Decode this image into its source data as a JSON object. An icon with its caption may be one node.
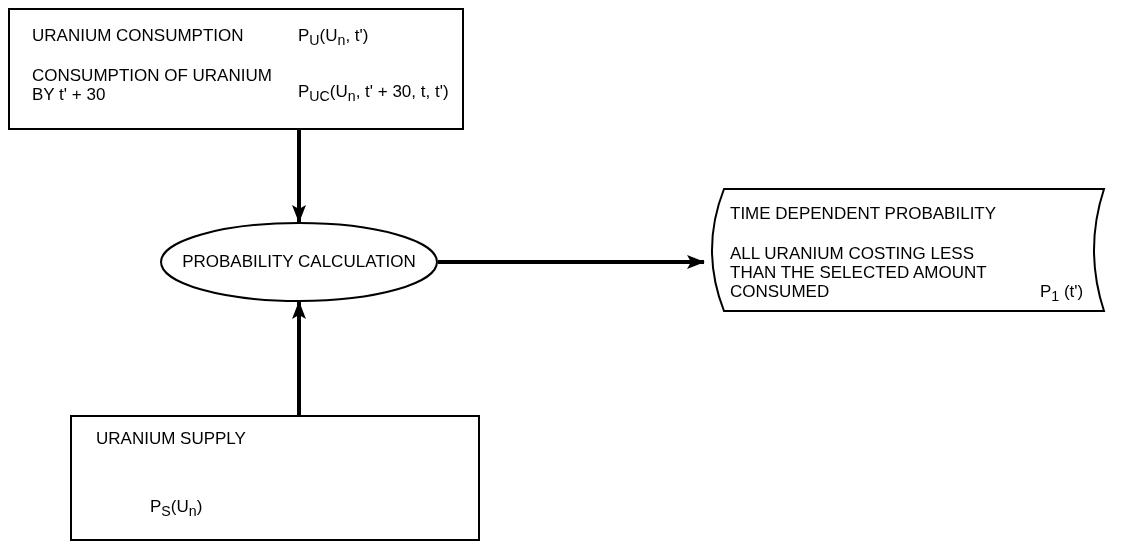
{
  "diagram": {
    "nodes": [
      {
        "text": [
          "URANIUM CONSUMPTION",
          "P$_{U}$(U$_{n}$, t')",
          "CONSUMPTION OF URANIUM BY t' + 30",
          "P$_{UC}$(U$_{n}$, t' + 30, t, t')"
        ]
      },
      {
        "text": [
          "PROBABILITY CALCULATION"
        ]
      },
      {
        "text": [
          "TIME DEPENDENT PROBABILITY",
          "ALL URANIUM COSTING LESS THAN THE SELECTED AMOUNT CONSUMED",
          "P$_{1}$ (t')"
        ]
      },
      {
        "text": [
          "URANIUM SUPPLY",
          "P$_{S}$(U$_{n}$)"
        ]
      }
    ],
    "edges": [
      {
        "from": 0,
        "to": 1,
        "arrow": "to"
      },
      {
        "from": 3,
        "to": 1,
        "arrow": "to"
      },
      {
        "from": 1,
        "to": 2,
        "arrow": "to"
      }
    ]
  }
}
